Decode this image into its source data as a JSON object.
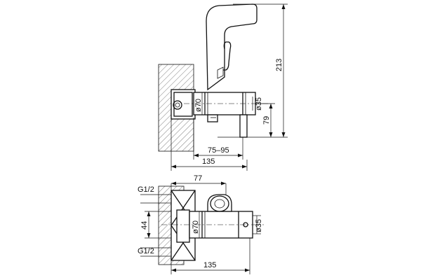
{
  "top_view": {
    "dims": {
      "d70": "ø70",
      "d35": "ø35",
      "h213": "213",
      "h79": "79",
      "w7595": "75–95",
      "w135": "135"
    }
  },
  "bottom_view": {
    "dims": {
      "w77": "77",
      "g12_top": "G1/2",
      "h44": "44",
      "g12_bottom": "G1/2",
      "d70": "ø70",
      "d35": "ø35",
      "w135": "135"
    }
  }
}
